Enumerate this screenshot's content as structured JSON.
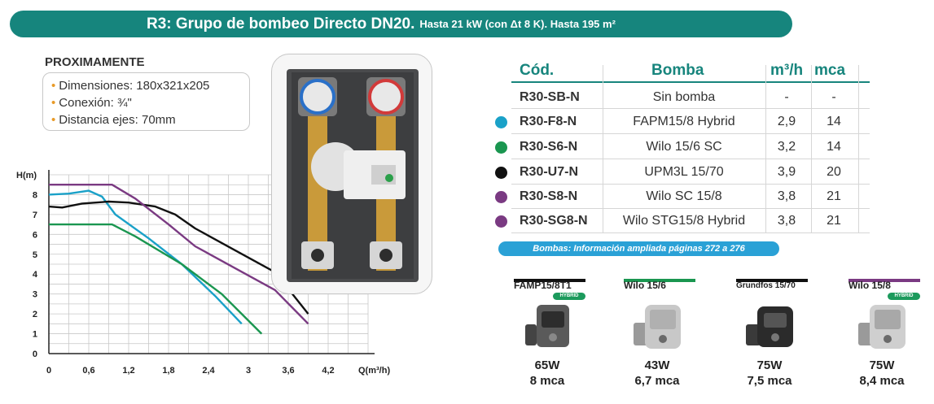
{
  "header": {
    "title": "R3: Grupo de bombeo Directo DN20.",
    "subtitle": "Hasta 21 kW (con Δt 8 K). Hasta 195 m²"
  },
  "specs": {
    "title": "PROXIMAMENTE",
    "items": [
      "Dimensiones: 180x321x205",
      "Conexión: ¾\"",
      "Distancia ejes: 70mm"
    ]
  },
  "table": {
    "headers": {
      "cod": "Cód.",
      "bomba": "Bomba",
      "m3h": "m³/h",
      "mca": "mca"
    },
    "rows": [
      {
        "cod": "R30-SB-N",
        "bomba": "Sin bomba",
        "m3h": "-",
        "mca": "-",
        "color": ""
      },
      {
        "cod": "R30-F8-N",
        "bomba": "FAPM15/8 Hybrid",
        "m3h": "2,9",
        "mca": "14",
        "color": "#1aa1c8"
      },
      {
        "cod": "R30-S6-N",
        "bomba": "Wilo 15/6 SC",
        "m3h": "3,2",
        "mca": "14",
        "color": "#1a9650"
      },
      {
        "cod": "R30-U7-N",
        "bomba": "UPM3L 15/70",
        "m3h": "3,9",
        "mca": "20",
        "color": "#111111"
      },
      {
        "cod": "R30-S8-N",
        "bomba": "Wilo SC 15/8",
        "m3h": "3,8",
        "mca": "21",
        "color": "#7a3a82"
      },
      {
        "cod": "R30-SG8-N",
        "bomba": "Wilo STG15/8 Hybrid",
        "m3h": "3,8",
        "mca": "21",
        "color": "#7a3a82"
      }
    ]
  },
  "info_badge": "Bombas: Información ampliada páginas 272 a 276",
  "pumps": [
    {
      "name": "FAMP15/8T1",
      "hybrid": "HYBRID",
      "power": "65W",
      "head": "8 mca",
      "color": "#111111",
      "icon": "pump-icon"
    },
    {
      "name": "Wilo 15/6",
      "hybrid": "",
      "power": "43W",
      "head": "6,7 mca",
      "color": "#1a9650",
      "icon": "pump-icon"
    },
    {
      "name": "Grundfos 15/70",
      "hybrid": "",
      "power": "75W",
      "head": "7,5 mca",
      "color": "#111111",
      "icon": "pump-icon"
    },
    {
      "name": "Wilo 15/8",
      "hybrid": "HYBRID",
      "power": "75W",
      "head": "8,4 mca",
      "color": "#7a3a82",
      "icon": "pump-icon"
    }
  ],
  "chart_data": {
    "type": "line",
    "ylabel": "H(m)",
    "xlabel": "Q(m³/h)",
    "x_ticks": [
      "0",
      "0,6",
      "1,2",
      "1,8",
      "2,4",
      "3",
      "3,6",
      "4,2"
    ],
    "y_ticks": [
      "0",
      "1",
      "2",
      "3",
      "4",
      "5",
      "6",
      "7",
      "8"
    ],
    "xlim": [
      0,
      4.8
    ],
    "ylim": [
      0,
      9
    ],
    "grid": true,
    "series": [
      {
        "color": "#1aa1c8",
        "points": [
          [
            0,
            8.0
          ],
          [
            0.3,
            8.05
          ],
          [
            0.6,
            8.2
          ],
          [
            0.8,
            7.9
          ],
          [
            1.0,
            7.0
          ],
          [
            1.5,
            5.8
          ],
          [
            2.0,
            4.5
          ],
          [
            2.5,
            2.9
          ],
          [
            2.9,
            1.5
          ]
        ]
      },
      {
        "color": "#1a9650",
        "points": [
          [
            0,
            6.5
          ],
          [
            0.5,
            6.5
          ],
          [
            0.95,
            6.5
          ],
          [
            1.3,
            5.9
          ],
          [
            2.0,
            4.5
          ],
          [
            2.6,
            3.0
          ],
          [
            3.2,
            1.0
          ]
        ]
      },
      {
        "color": "#111111",
        "points": [
          [
            0,
            7.4
          ],
          [
            0.2,
            7.35
          ],
          [
            0.5,
            7.55
          ],
          [
            0.9,
            7.65
          ],
          [
            1.2,
            7.6
          ],
          [
            1.6,
            7.4
          ],
          [
            1.9,
            7.0
          ],
          [
            2.2,
            6.3
          ],
          [
            2.8,
            5.2
          ],
          [
            3.4,
            4.1
          ],
          [
            3.9,
            2.0
          ]
        ]
      },
      {
        "color": "#7a3a82",
        "points": [
          [
            0,
            8.5
          ],
          [
            0.5,
            8.5
          ],
          [
            0.95,
            8.5
          ],
          [
            1.3,
            7.8
          ],
          [
            1.8,
            6.5
          ],
          [
            2.2,
            5.4
          ],
          [
            2.8,
            4.3
          ],
          [
            3.4,
            3.2
          ],
          [
            3.9,
            1.5
          ]
        ]
      }
    ]
  }
}
